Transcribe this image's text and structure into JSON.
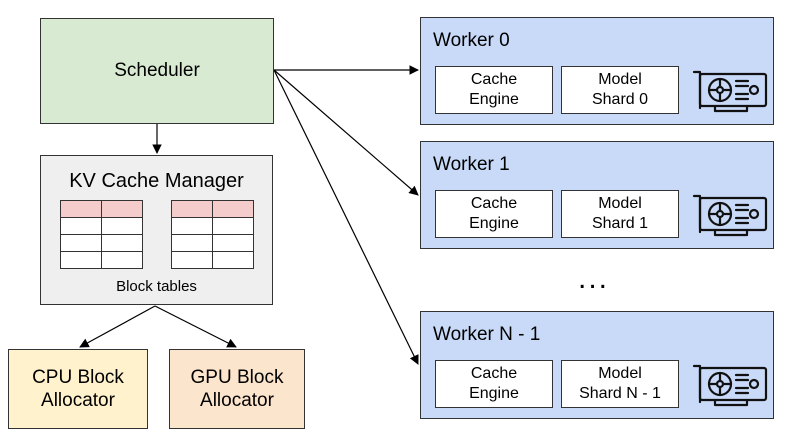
{
  "scheduler": {
    "label": "Scheduler"
  },
  "kv_manager": {
    "title": "KV Cache Manager",
    "block_tables_label": "Block tables"
  },
  "allocators": {
    "cpu": [
      "CPU Block",
      "Allocator"
    ],
    "gpu": [
      "GPU Block",
      "Allocator"
    ]
  },
  "workers": [
    {
      "title": "Worker 0",
      "cache": [
        "Cache",
        "Engine"
      ],
      "shard": [
        "Model",
        "Shard 0"
      ]
    },
    {
      "title": "Worker 1",
      "cache": [
        "Cache",
        "Engine"
      ],
      "shard": [
        "Model",
        "Shard 1"
      ]
    },
    {
      "title": "Worker N - 1",
      "cache": [
        "Cache",
        "Engine"
      ],
      "shard": [
        "Model",
        "Shard N - 1"
      ]
    }
  ],
  "ellipsis": "...",
  "colors": {
    "scheduler_fill": "#d9ead3",
    "kv_fill": "#efefef",
    "table_header": "#f4cccc",
    "cpu_fill": "#fff2cc",
    "gpu_fill": "#fce5cd",
    "worker_fill": "#c9daf8"
  },
  "icons": {
    "worker_device": "gpu-card-icon"
  }
}
